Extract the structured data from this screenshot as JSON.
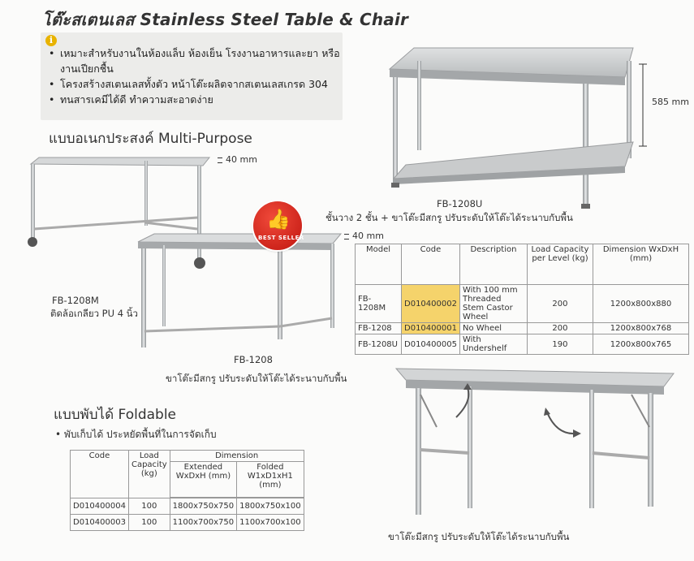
{
  "title": "โต๊ะสเตนเลส Stainless Steel Table & Chair",
  "info_icon": "info-icon",
  "bullets": [
    "เหมาะสำหรับงานในห้องแล็บ ห้องเย็น โรงงานอาหารและยา หรืองานเปียกชื้น",
    "โครงสร้างสเตนเลสทั้งตัว หน้าโต๊ะผลิตจากสเตนเลสเกรด 304",
    "ทนสารเคมีได้ดี ทำความสะอาดง่าย"
  ],
  "multi": {
    "heading": "แบบอเนกประสงค์ Multi-Purpose",
    "dim_40_a": "40 mm",
    "dim_40_b": "40 mm",
    "dim_585": "585 mm",
    "fb1208m_label": "FB-1208M",
    "fb1208m_desc": "ติดล้อเกลียว PU 4 นิ้ว",
    "fb1208_label": "FB-1208",
    "fb1208_desc": "ขาโต๊ะมีสกรู ปรับระดับให้โต๊ะได้ระนาบกับพื้น",
    "fb1208u_label": "FB-1208U",
    "fb1208u_desc": "ชั้นวาง 2 ชั้น + ขาโต๊ะมีสกรู ปรับระดับให้โต๊ะได้ระนาบกับพื้น",
    "badge": "BEST SELLER",
    "table": {
      "headers": [
        "Model",
        "Code",
        "Description",
        "Load Capacity per Level (kg)",
        "Dimension WxDxH (mm)"
      ],
      "rows": [
        {
          "model": "FB-1208M",
          "code": "D010400002",
          "desc": "With 100 mm Threaded Stem Castor Wheel",
          "load": "200",
          "dim": "1200x800x880"
        },
        {
          "model": "FB-1208",
          "code": "D010400001",
          "desc": "No Wheel",
          "load": "200",
          "dim": "1200x800x768"
        },
        {
          "model": "FB-1208U",
          "code": "D010400005",
          "desc": "With Undershelf",
          "load": "190",
          "dim": "1200x800x765"
        }
      ]
    }
  },
  "foldable": {
    "heading": "แบบพับได้ Foldable",
    "bullet": "พับเก็บได้ ประหยัดพื้นที่ในการจัดเก็บ",
    "caption": "ขาโต๊ะมีสกรู ปรับระดับให้โต๊ะได้ระนาบกับพื้น",
    "table": {
      "h_code": "Code",
      "h_load": "Load Capacity (kg)",
      "h_dimension": "Dimension",
      "h_extended": "Extended WxDxH (mm)",
      "h_folded": "Folded W1xD1xH1 (mm)",
      "rows": [
        {
          "code": "D010400004",
          "load": "100",
          "ext": "1800x750x750",
          "fold": "1800x750x100"
        },
        {
          "code": "D010400003",
          "load": "100",
          "ext": "1100x700x750",
          "fold": "1100x700x100"
        }
      ]
    }
  }
}
